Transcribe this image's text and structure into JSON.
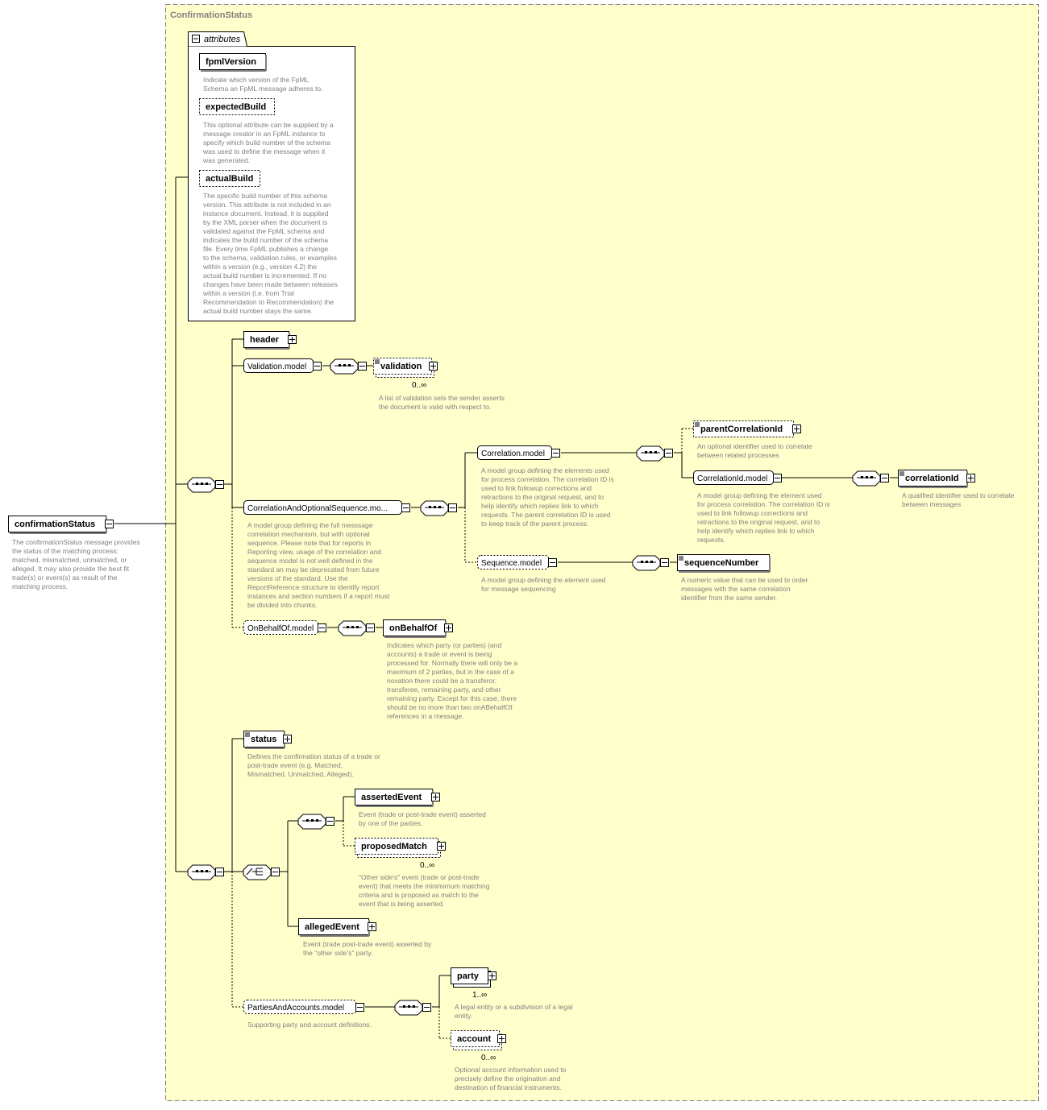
{
  "container": {
    "title": "ConfirmationStatus",
    "background": "#ffffcc",
    "border": "#808080"
  },
  "attributes_box": {
    "title": "attributes",
    "items": [
      {
        "name": "fpmlVersion",
        "optional": false,
        "desc": [
          "Indicate which version of the FpML",
          "Schema an FpML message adheres to."
        ]
      },
      {
        "name": "expectedBuild",
        "optional": true,
        "desc": [
          "This optional attribute can be supplied by a",
          "message creator in an FpML instance to",
          "specify which build number of the schema",
          "was used to define the message when it",
          "was generated."
        ]
      },
      {
        "name": "actualBuild",
        "optional": true,
        "desc": [
          "The specific build number of this schema",
          "version. This attribute is not included in an",
          "instance document. Instead, it is supplied",
          "by the XML parser when the document is",
          "validated against the FpML schema and",
          "indicates the build number of the schema",
          "file. Every time FpML publishes a change",
          "to the schema, validation rules, or examples",
          "within a version (e.g., version 4.2) the",
          "actual build number is incremented. If no",
          "changes have been made between releases",
          "within a version (i.e. from Trial",
          "Recommendation to Recommendation) the",
          "actual build number stays the same."
        ]
      }
    ]
  },
  "root": {
    "name": "confirmationStatus",
    "desc": [
      "The confirmationStatus message provides",
      "the status of the matching process:",
      "matched, mismatched, unmatched, or",
      "alleged. It may also provide the best fit",
      "trade(s) or event(s) as result of the",
      "matching process."
    ]
  },
  "elements": {
    "header": {
      "name": "header"
    },
    "validation_model": {
      "name": "Validation.model"
    },
    "validation": {
      "name": "validation",
      "occurs": "0..∞",
      "desc": [
        "A list of validation sets the sender asserts",
        "the document is valid with respect to."
      ]
    },
    "corr_opt_seq": {
      "name": "CorrelationAndOptionalSequence.mo...",
      "desc": [
        "A model group defining the full messsage",
        "correlation mechanism, but with optional",
        "sequence. Please note that for reports in",
        "Reporting view, usage of the correlation and",
        "sequence model is not well defined in the",
        "standard an may be deprecated from future",
        "versions of the standard. Use the",
        "ReportReference structure to identify report",
        "instances and section numbers if a report must",
        "be divided into chunks."
      ]
    },
    "correlation_model": {
      "name": "Correlation.model",
      "desc": [
        "A model group defining the elements used",
        "for process correlation. The correlation ID is",
        "used to link followup corrections and",
        "retractions to the original request, and to",
        "help identify which replies link to which",
        "requests. The parent correlation ID is used",
        "to keep track of the parent process."
      ]
    },
    "parent_corr_id": {
      "name": "parentCorrelationId",
      "desc": [
        "An optional identifier used to correlate",
        "between related processes"
      ]
    },
    "corr_id_model": {
      "name": "CorrelationId.model",
      "desc": [
        "A model group defining the element used",
        "for process correlation. The correlation ID is",
        "used to link followup corrections and",
        "retractions to the original request, and to",
        "help identify which replies link to which",
        "requests."
      ]
    },
    "correlation_id": {
      "name": "correlationId",
      "desc": [
        "A qualified identifier used to correlate",
        "between messages"
      ]
    },
    "sequence_model": {
      "name": "Sequence.model",
      "desc": [
        "A model group defining the element used",
        "for message sequencing"
      ]
    },
    "sequence_number": {
      "name": "sequenceNumber",
      "desc": [
        "A numeric value that can be used to order",
        "messages with the same correlation",
        "identifier from the same sender."
      ]
    },
    "on_behalf_model": {
      "name": "OnBehalfOf.model"
    },
    "on_behalf_of": {
      "name": "onBehalfOf",
      "desc": [
        "Indicates which party (or parties) (and",
        "accounts) a trade or event is being",
        "processed for. Normally there will only be a",
        "maximum of 2 parties, but in the case of a",
        "novation there could be a transferor,",
        "transferee, remaining party, and other",
        "remaining party. Except for this case, there",
        "should be no more than two onABehalfOf",
        "references in a message."
      ]
    },
    "status": {
      "name": "status",
      "desc": [
        "Defines the confirmation status of a trade or",
        "post-trade event (e.g. Matched,",
        "Mismatched, Unmatched, Alleged)."
      ]
    },
    "asserted_event": {
      "name": "assertedEvent",
      "desc": [
        "Event (trade or post-trade event) asserted",
        "by one of the parties."
      ]
    },
    "proposed_match": {
      "name": "proposedMatch",
      "occurs": "0..∞",
      "desc": [
        "\"Other side's\" event (trade or post-trade",
        "event) that meets the minimimum matching",
        "criteria and is proposed as match to the",
        "event that is being asserted."
      ]
    },
    "alleged_event": {
      "name": "allegedEvent",
      "desc": [
        "Event (trade post-trade event) asserted by",
        "the \"other side's\" party."
      ]
    },
    "parties_model": {
      "name": "PartiesAndAccounts.model",
      "desc": [
        "Supporting party and account definitions."
      ]
    },
    "party": {
      "name": "party",
      "occurs": "1..∞",
      "desc": [
        "A legal entity or a subdivision of a legal",
        "entity."
      ]
    },
    "account": {
      "name": "account",
      "occurs": "0..∞",
      "desc": [
        "Optional account information used to",
        "precisely define the origination and",
        "destination of financial instruments."
      ]
    }
  }
}
